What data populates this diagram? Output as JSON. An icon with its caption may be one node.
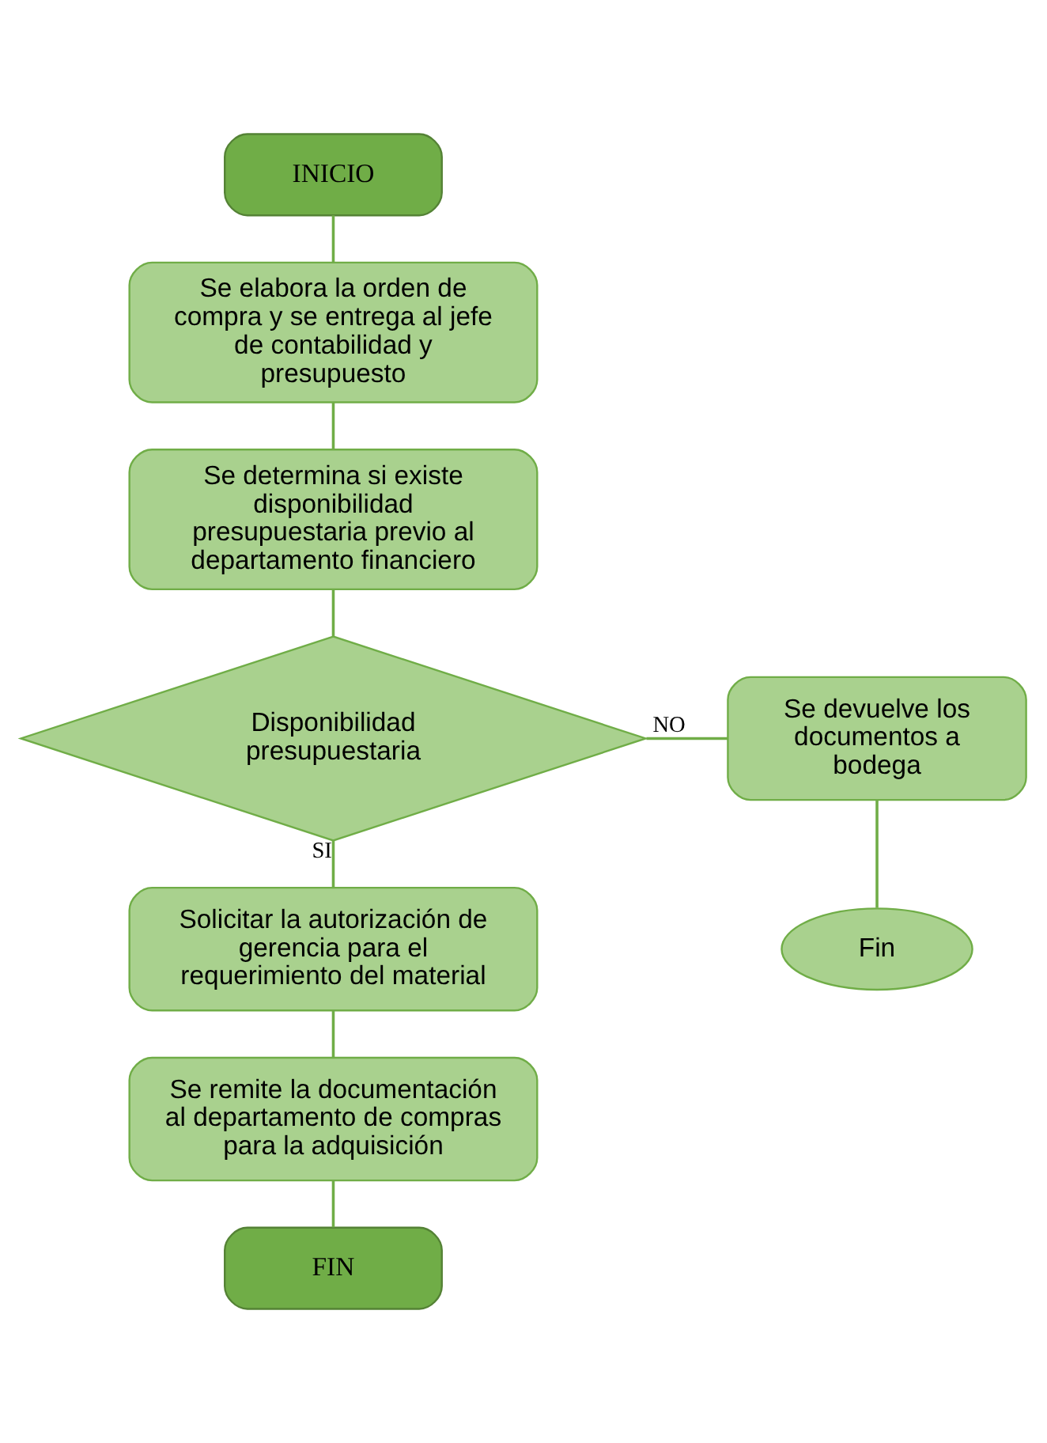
{
  "diagram": {
    "nodes": [
      {
        "text": [
          "INICIO"
        ]
      },
      {
        "text": [
          "Se elabora la orden de compra y se entrega al jefe de contabilidad y presupuesto"
        ]
      },
      {
        "text": [
          "Se determina si existe disponibilidad presupuestaria previo al departamento financiero"
        ]
      },
      {
        "text": [
          "Disponibilidad presupuestaria"
        ]
      },
      {
        "text": [
          "Se devuelve los documentos a bodega"
        ]
      },
      {
        "text": [
          "Fin"
        ]
      },
      {
        "text": [
          "Solicitar la autorización de gerencia para el requerimiento del material"
        ]
      },
      {
        "text": [
          "Se remite la documentación al departamento de compras para la adquisición"
        ]
      },
      {
        "text": [
          "FIN"
        ]
      }
    ],
    "edges": [
      {
        "from": 0,
        "to": 1,
        "arrow": "none"
      },
      {
        "from": 1,
        "to": 2,
        "arrow": "none"
      },
      {
        "from": 2,
        "to": 3,
        "arrow": "none"
      },
      {
        "from": 3,
        "to": 4,
        "arrow": "none",
        "label": "NO"
      },
      {
        "from": 4,
        "to": 5,
        "arrow": "none"
      },
      {
        "from": 3,
        "to": 6,
        "arrow": "none",
        "label": "SI"
      },
      {
        "from": 6,
        "to": 7,
        "arrow": "none"
      },
      {
        "from": 7,
        "to": 8,
        "arrow": "none"
      }
    ]
  }
}
